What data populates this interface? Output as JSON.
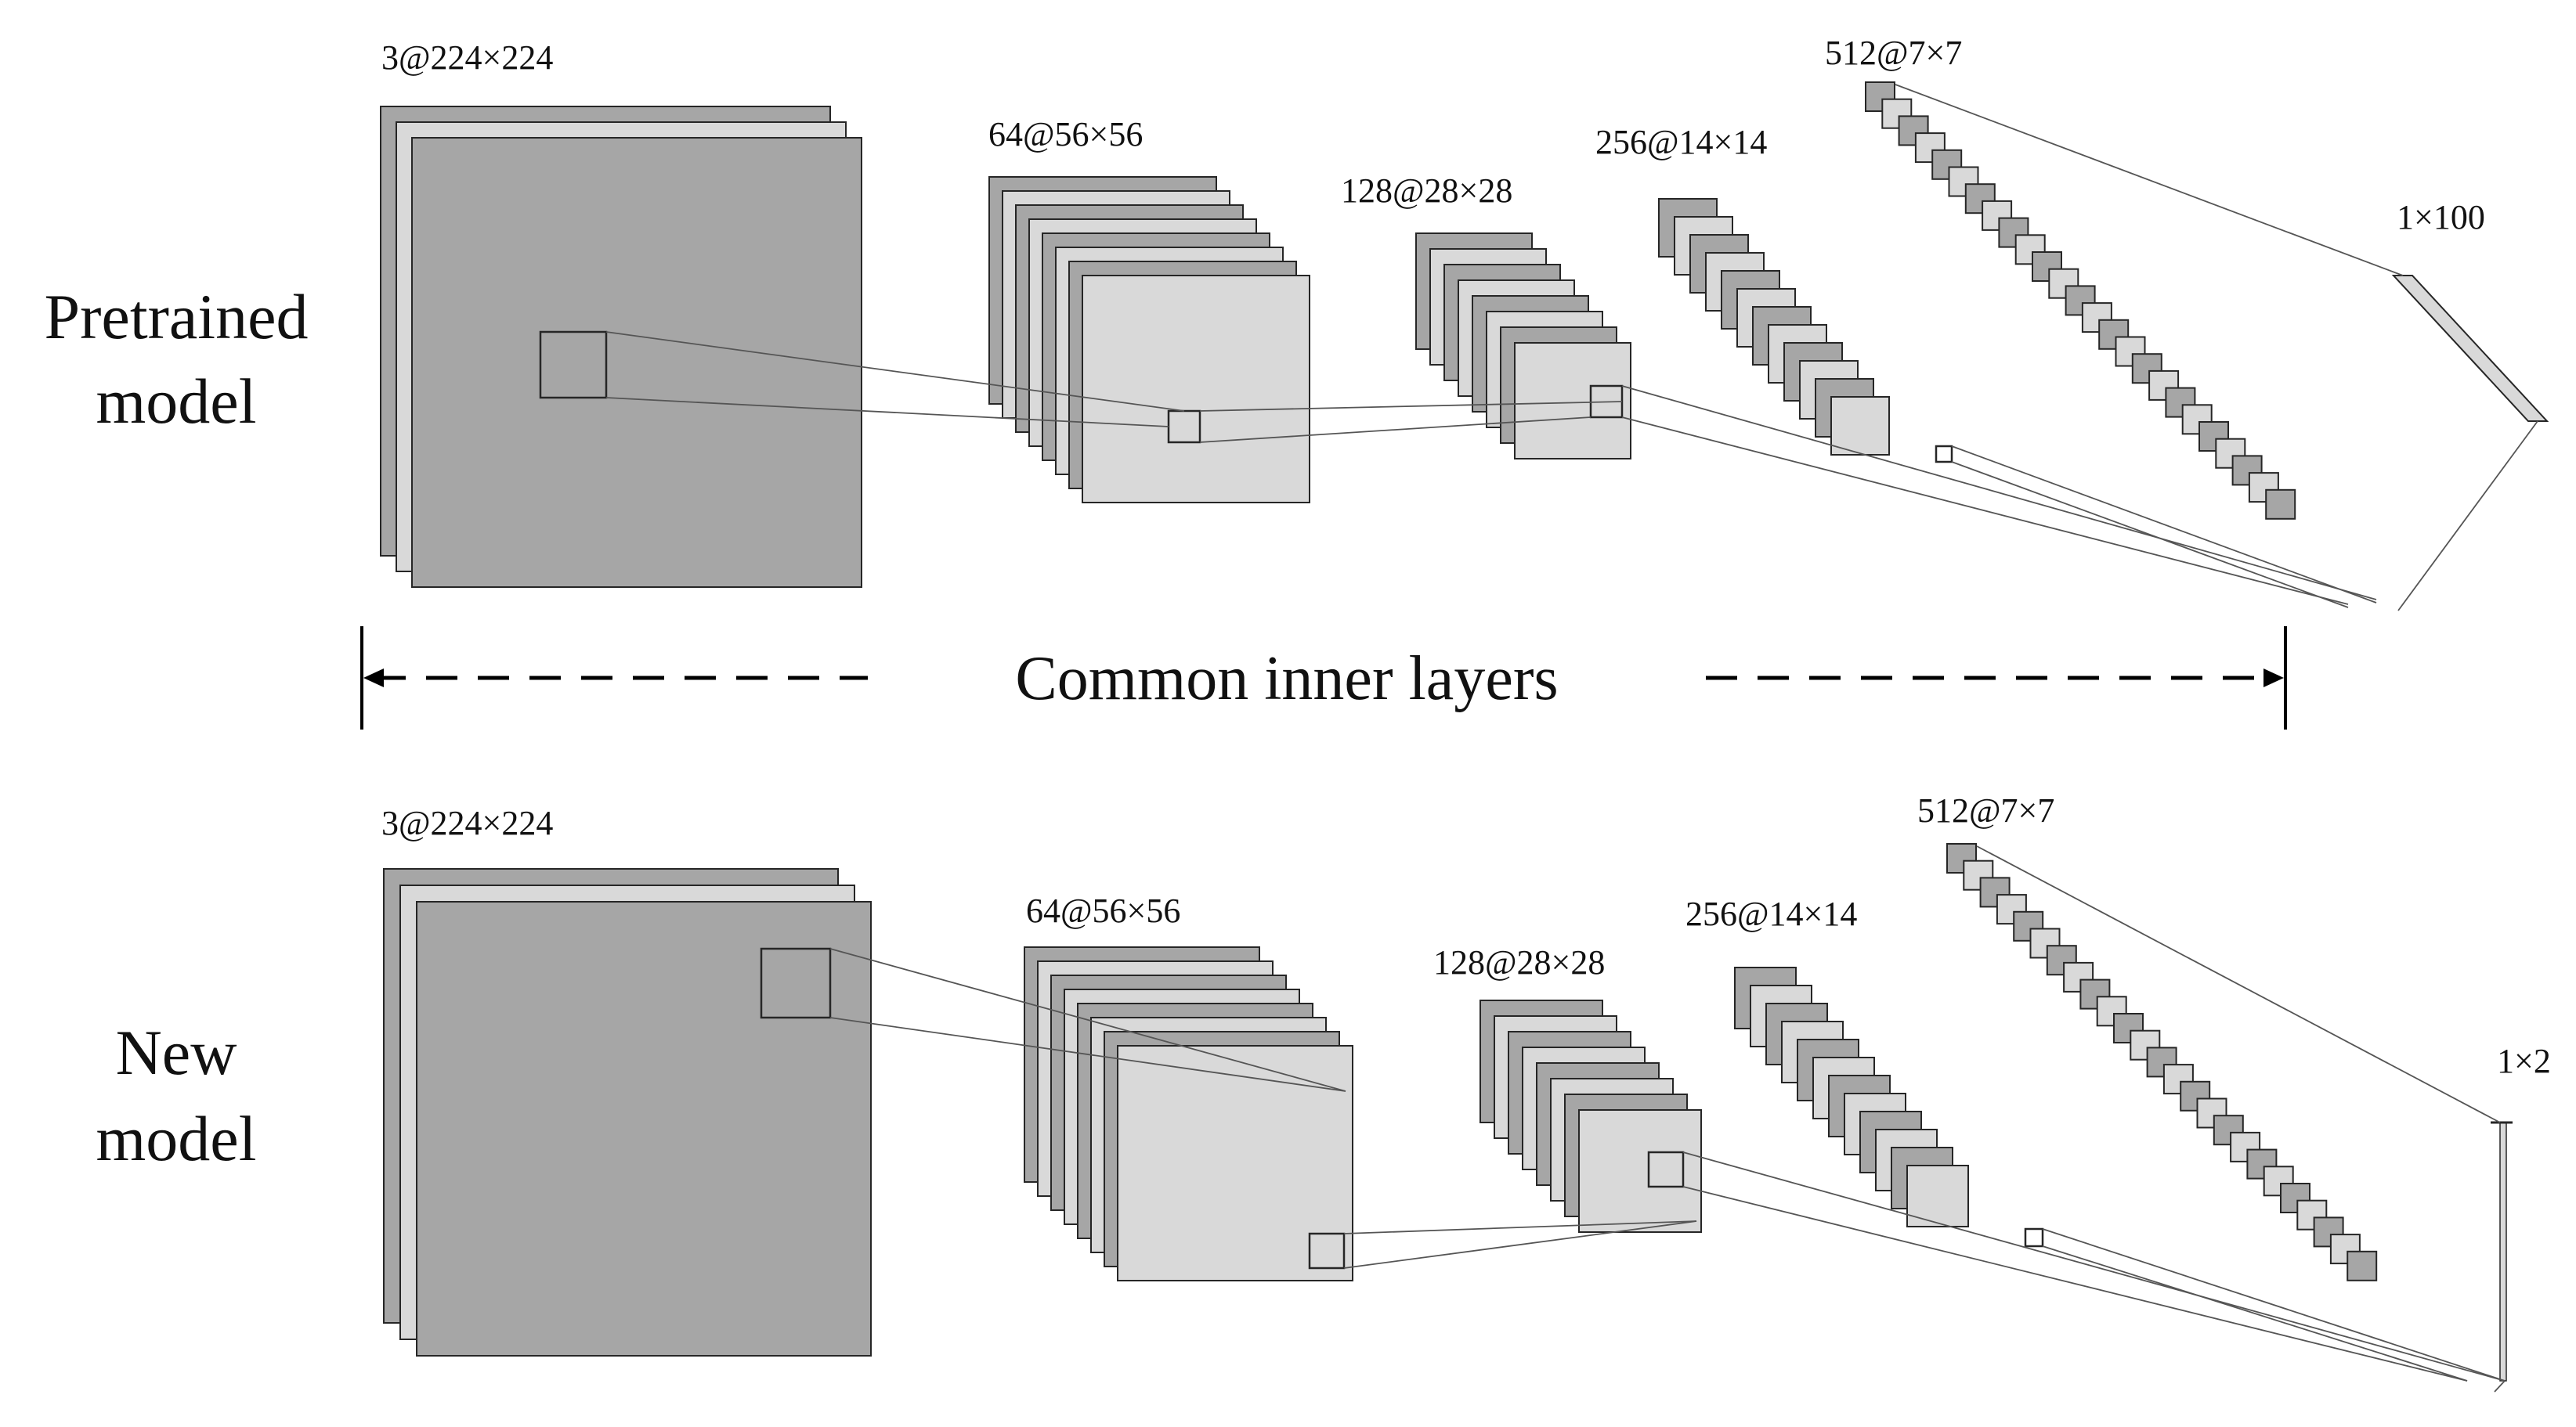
{
  "pretrained": {
    "model_label_line1": "Pretrained",
    "model_label_line2": "model",
    "layers": [
      "3@224×224",
      "64@56×56",
      "128@28×28",
      "256@14×14",
      "512@7×7"
    ],
    "output": "1×100"
  },
  "new": {
    "model_label_line1": "New",
    "model_label_line2": "model",
    "layers": [
      "3@224×224",
      "64@56×56",
      "128@28×28",
      "256@14×14",
      "512@7×7"
    ],
    "output": "1×2"
  },
  "common_label": "Common inner layers",
  "colors": {
    "dark_map": "#a6a6a6",
    "light_map": "#d9d9d9",
    "stroke": "#262626"
  }
}
